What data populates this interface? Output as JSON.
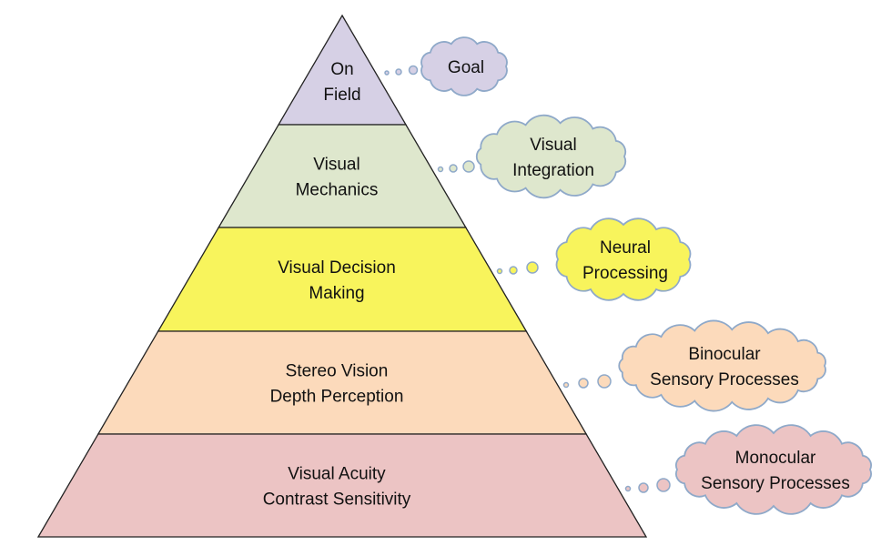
{
  "layers": [
    {
      "lines": [
        "On",
        "Field"
      ],
      "color": "#d6d0e5"
    },
    {
      "lines": [
        "Visual",
        "Mechanics"
      ],
      "color": "#dee7cd"
    },
    {
      "lines": [
        "Visual Decision",
        "Making"
      ],
      "color": "#f8f45c"
    },
    {
      "lines": [
        "Stereo Vision",
        "Depth Perception"
      ],
      "color": "#fcdabb"
    },
    {
      "lines": [
        "Visual Acuity",
        "Contrast Sensitivity"
      ],
      "color": "#ecc4c4"
    }
  ],
  "clouds": [
    {
      "lines": [
        "Goal"
      ],
      "color": "#d6d0e5"
    },
    {
      "lines": [
        "Visual",
        "Integration"
      ],
      "color": "#dee7cd"
    },
    {
      "lines": [
        "Neural",
        "Processing"
      ],
      "color": "#f8f45c"
    },
    {
      "lines": [
        "Binocular",
        "Sensory Processes"
      ],
      "color": "#fcdabb"
    },
    {
      "lines": [
        "Monocular",
        "Sensory Processes"
      ],
      "color": "#ecc4c4"
    }
  ],
  "cloud_outline_color": "#8fa9c9"
}
